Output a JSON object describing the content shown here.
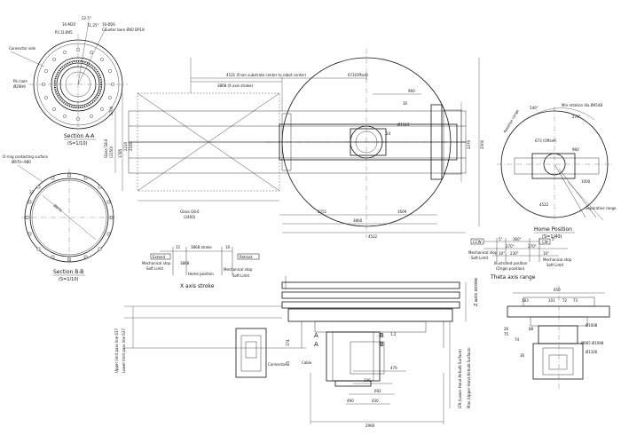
{
  "section_aa": {
    "title": "Section A-A",
    "scale": "(S=1/10)",
    "connector_side": "Connector side",
    "pin_hole": "Pin hole",
    "pin_dia": "Ø20H9",
    "pcd": "P.C.D.Ø45",
    "m20": "16-M20",
    "tap": "16-Ø26",
    "counterbore": "Counter bore Ø40 DP18",
    "angle1": "22.5°",
    "angle2": "11.25°"
  },
  "section_bb": {
    "title": "Section B-B",
    "scale": "(S=1/10)",
    "oring": "O-ring contacting surface",
    "oring_dia": "Ø970~980",
    "dim32": "32",
    "dim_dia": "Ø970"
  },
  "plan": {
    "d_4531": "4531 (From substrate center to robot center)",
    "d_3868": "3868 (X axis stroke)",
    "d_673": "673(Offset)",
    "d_960": "960",
    "d_30": "30",
    "d_24": "24",
    "d_1543": "Ø1543",
    "d_2370": "2370",
    "d_2500": "2500",
    "glass_ga_v": "Glass G8.6",
    "glass_ga_v_dim": "(2250)",
    "d_1700": "1700",
    "d_1785": "1785",
    "d_2210": "2210",
    "d_2160": "2160",
    "glass_ga_h": "Glass G8.6",
    "glass_ga_h_dim": "(2400)",
    "d_2251": "2251",
    "d_1609": "1609",
    "d_3860": "3860",
    "d_4522": "4522"
  },
  "x_stroke": {
    "title": "X axis stroke",
    "d_3868": "3868 stroke",
    "d_15": "15",
    "d_10": "10",
    "extend": "Extend",
    "retract": "Retract",
    "mech_stop": "Mechanical stop",
    "soft_limit": "Soft Limit",
    "d_3868b": "3868",
    "home": "Home position",
    "mech_stop2": "Mechanical stop",
    "soft_limit2": "Soft Limit"
  },
  "theta": {
    "rotation_range": "Rotation range",
    "d_540": "540°",
    "d_270": "270°",
    "min_rot": "Min rotation dia.Ø4548",
    "d_673": "673 (Offset)",
    "d_960": "960",
    "d_1000": "1000",
    "d_4522": "4522",
    "separative": "Separative range",
    "home_title": "Home Position",
    "home_scale": "(S=1/40)",
    "axis_title": "Theta axis range",
    "ccw": "CCW",
    "cw": "CW",
    "d_5a": "5°",
    "d_360": "360°",
    "d_5b": "5°",
    "d_270b": "270°",
    "d_270c": "270°",
    "d_10a": "10°",
    "d_10b": "10°",
    "d_230": "230°",
    "mech": "Mechanical stop",
    "soft": "Soft Limit",
    "illus": "Illustrated position",
    "origin": "(Origin position)",
    "mech2": "Mechanical stop",
    "soft2": "Soft Limit"
  },
  "elevation": {
    "z_stroke": "Z axis stroke",
    "upper": "Upper limit pass line 637",
    "lower": "Lower limit pass line 637",
    "d_374": "374",
    "d_85": "85",
    "connector": "Connector",
    "cable": "Cable",
    "A1": "A",
    "A2": "A",
    "B1": "B",
    "B2": "B",
    "d_1_2": "1.2",
    "d_140": "140",
    "d_470": "470",
    "d_692": "692",
    "d_490": "490",
    "d_430": "430",
    "d_2960": "2960",
    "lta": "LTA (Lower Hand Airbulb Surface)",
    "uha": "Max (Upper Hand Airbulb Surface)"
  },
  "side": {
    "d_650": "650",
    "d_183": "183",
    "d_101": "101",
    "d_72": "72",
    "d_73": "73",
    "d_26": "26",
    "d_75": "75",
    "d_74": "74",
    "d_88": "88",
    "d_1008": "Ø1008",
    "d_965": "Ø965 Ø1098",
    "d_1100": "Ø1100",
    "d_36": "36"
  }
}
